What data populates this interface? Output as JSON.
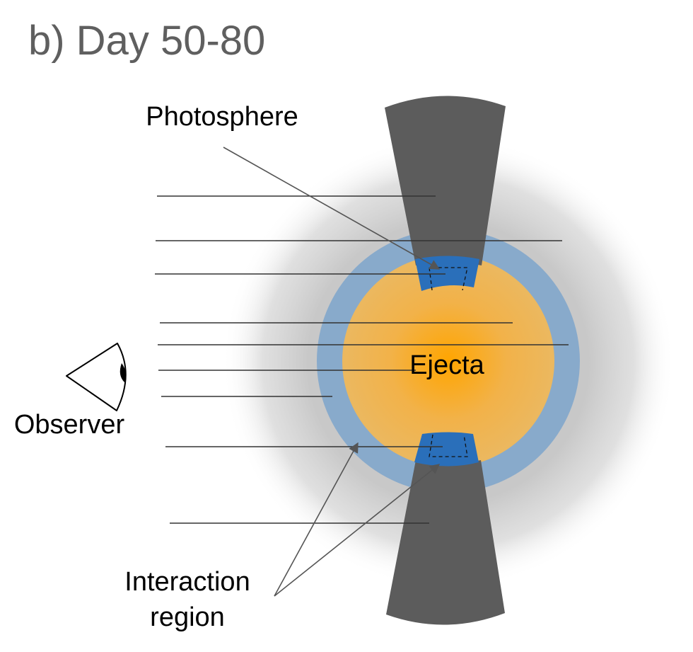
{
  "title": "b)  Day 50-80",
  "labels": {
    "photosphere": "Photosphere",
    "ejecta": "Ejecta",
    "observer": "Observer",
    "interaction_line1": "Interaction",
    "interaction_line2": "region"
  },
  "colors": {
    "title_text": "#5f5f5f",
    "halo": "#c8c8c8",
    "shell": "#88aacb",
    "ejecta_center": "#ffa500",
    "ejecta_edge": "#ebb860",
    "jet": "#5c5c5c",
    "interaction": "#2a6fba",
    "lines": "#333333"
  }
}
